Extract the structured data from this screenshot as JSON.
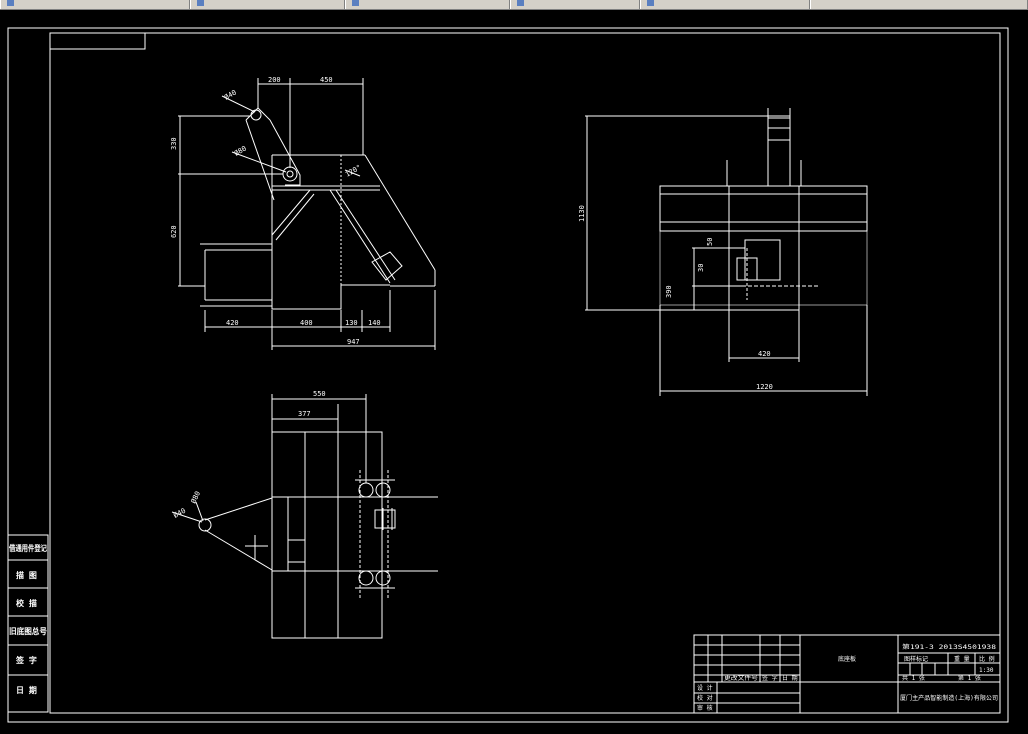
{
  "tabs": [
    {
      "label": "",
      "icon": "drawing-file-icon"
    },
    {
      "label": "",
      "icon": "drawing-file-icon"
    },
    {
      "label": "",
      "icon": "drawing-file-icon"
    },
    {
      "label": "",
      "icon": "drawing-file-icon"
    },
    {
      "label": "",
      "icon": "drawing-file-icon"
    },
    {
      "label": ""
    }
  ],
  "colors": {
    "background": "#000000",
    "lines": "#ffffff",
    "tabbar": "#d4d0c8"
  },
  "front_view": {
    "dims": {
      "d200": "200",
      "d450": "450",
      "d330": "330",
      "d620": "620",
      "d420": "420",
      "d400": "400",
      "d130": "130",
      "d140": "140",
      "d947": "947",
      "dia40": "Ø40",
      "dia80": "Ø80",
      "angle": "120°"
    }
  },
  "side_view": {
    "dims": {
      "d1130": "1130",
      "d50": "50",
      "d30": "30",
      "d390": "390",
      "d420": "420",
      "d1220": "1220"
    }
  },
  "top_view": {
    "dims": {
      "d550": "550",
      "d377": "377",
      "dia40": "Ø40",
      "dia80": "Ø80"
    }
  },
  "side_panel": {
    "labels": [
      "借通用件登记",
      "描 图",
      "校 描",
      "旧底图总号",
      "签 字",
      "日 期"
    ]
  },
  "title_block": {
    "drawing_no": "第191-3  2013S4501938",
    "part_name": "底座板",
    "stage_mark": "图样标记",
    "weight_label": "重 量",
    "scale_label": "比 例",
    "scale_value": "1:30",
    "sheet_count": "共 1 张",
    "sheet_no": "第 1 张",
    "company": "厦门主产品智能制造(上海)有限公司",
    "col_files": "更改文件号",
    "col_sign": "签 字",
    "col_date": "日 期",
    "row_design": "设 计",
    "row_check": "校 对",
    "row_review": "审 核"
  }
}
